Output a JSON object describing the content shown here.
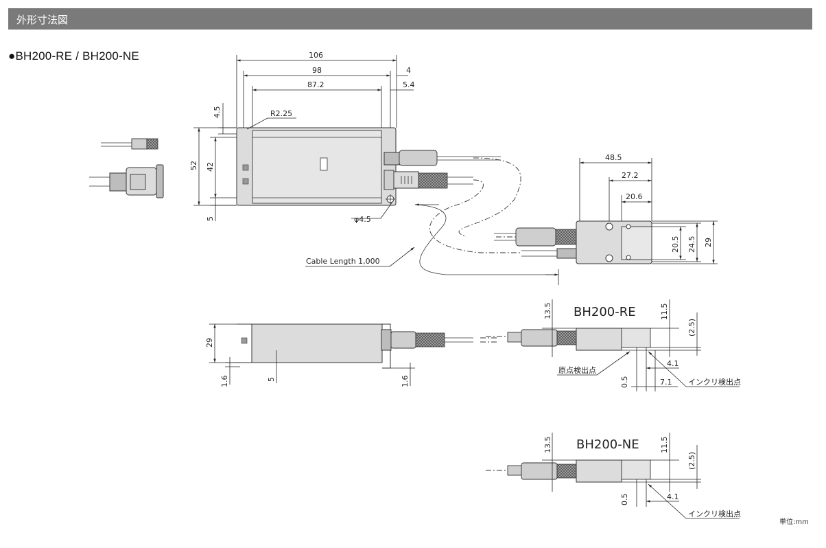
{
  "header": {
    "title": "外形寸法図"
  },
  "model_heading": "●BH200-RE / BH200-NE",
  "unit_note": "単位:mm",
  "top_view": {
    "dim_106": "106",
    "dim_98": "98",
    "dim_4": "4",
    "dim_87_2": "87.2",
    "dim_5_4": "5.4",
    "dim_4_5": "4.5",
    "dim_r2_25": "R2.25",
    "dim_52": "52",
    "dim_42": "42",
    "dim_5": "5",
    "dim_phi4_5": "φ4.5",
    "cable_length": "Cable Length 1,000"
  },
  "head_view": {
    "dim_48_5": "48.5",
    "dim_27_2": "27.2",
    "dim_20_6": "20.6",
    "dim_20_5": "20.5",
    "dim_24_5": "24.5",
    "dim_29": "29"
  },
  "side_view": {
    "dim_29": "29",
    "dim_1_6_left": "1.6",
    "dim_5": "5",
    "dim_1_6_right": "1.6"
  },
  "re_view": {
    "label": "BH200-RE",
    "dim_13_5": "13.5",
    "dim_11_5": "11.5",
    "dim_2_5": "(2.5)",
    "dim_4_1": "4.1",
    "dim_0_5": "0.5",
    "dim_7_1": "7.1",
    "origin_label": "原点検出点",
    "increment_label": "インクリ検出点"
  },
  "ne_view": {
    "label": "BH200-NE",
    "dim_13_5": "13.5",
    "dim_11_5": "11.5",
    "dim_2_5": "(2.5)",
    "dim_4_1": "4.1",
    "dim_0_5": "0.5",
    "increment_label": "インクリ検出点"
  }
}
